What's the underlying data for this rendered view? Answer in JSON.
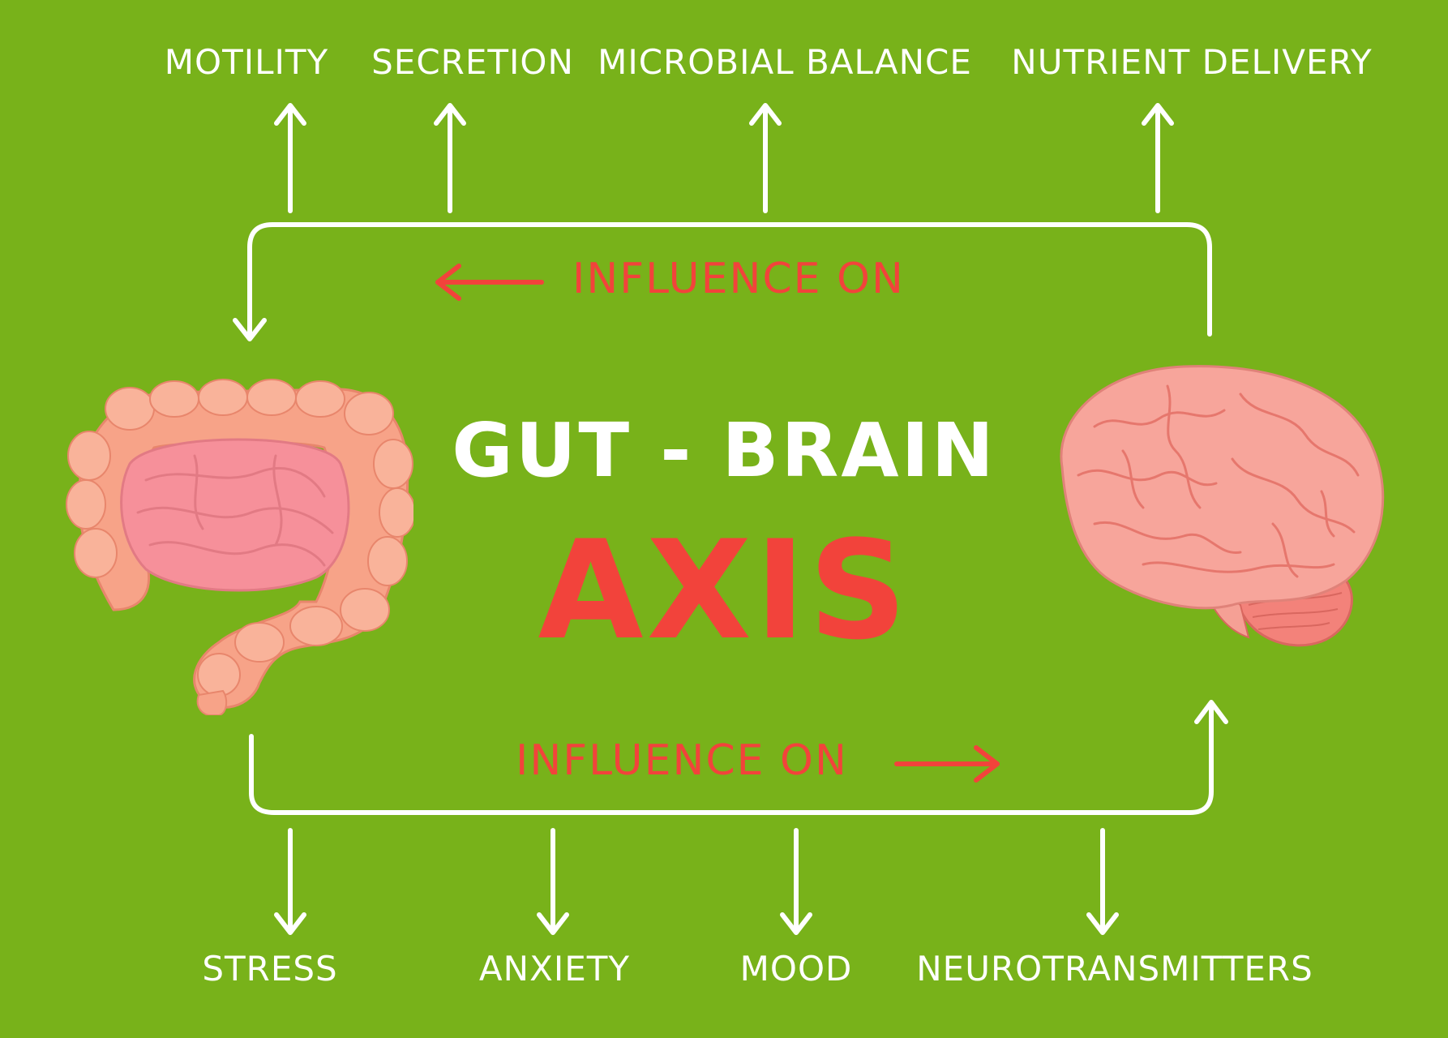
{
  "title": {
    "line1": "GUT - BRAIN",
    "line2": "AXIS"
  },
  "influence_top": "INFLUENCE ON",
  "influence_bottom": "INFLUENCE ON",
  "brain_effects_on_gut": [
    "MOTILITY",
    "SECRETION",
    "MICROBIAL BALANCE",
    "NUTRIENT DELIVERY"
  ],
  "gut_effects_on_brain": [
    "STRESS",
    "ANXIETY",
    "MOOD",
    "NEUROTRANSMITTERS"
  ],
  "organs": {
    "left": "intestines-illustration",
    "right": "brain-illustration"
  },
  "colors": {
    "background": "#78b21a",
    "accent_red": "#f2433b",
    "text_white": "#ffffff",
    "organ_pink": "#f6a08e"
  }
}
